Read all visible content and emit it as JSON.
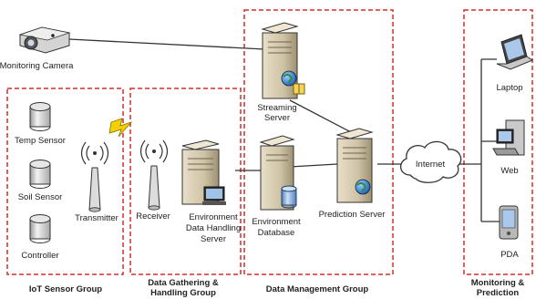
{
  "colors": {
    "group_border": "#d62a2a",
    "connector": "#333333",
    "server_body": "#cfc3a6",
    "server_dark": "#8f8266",
    "device_gray": "#b9b9b9"
  },
  "top": {
    "camera_label": "Monitoring Camera"
  },
  "groups": {
    "iot": {
      "title": "IoT Sensor Group",
      "temp_sensor": "Temp Sensor",
      "soil_sensor": "Soil Sensor",
      "controller": "Controller",
      "transmitter": "Transmitter"
    },
    "gathering": {
      "title_line1": "Data Gathering &",
      "title_line2": "Handling Group",
      "receiver": "Receiver",
      "server_line1": "Environment",
      "server_line2": "Data Handling",
      "server_line3": "Server"
    },
    "management": {
      "title": "Data Management Group",
      "streaming_line1": "Streaming",
      "streaming_line2": "Server",
      "database_line1": "Environment",
      "database_line2": "Database",
      "prediction": "Prediction Server"
    },
    "internet": {
      "label": "Internet"
    },
    "monitoring": {
      "title_line1": "Monitoring &",
      "title_line2": "Prediction",
      "laptop": "Laptop",
      "web": "Web",
      "pda": "PDA"
    }
  }
}
